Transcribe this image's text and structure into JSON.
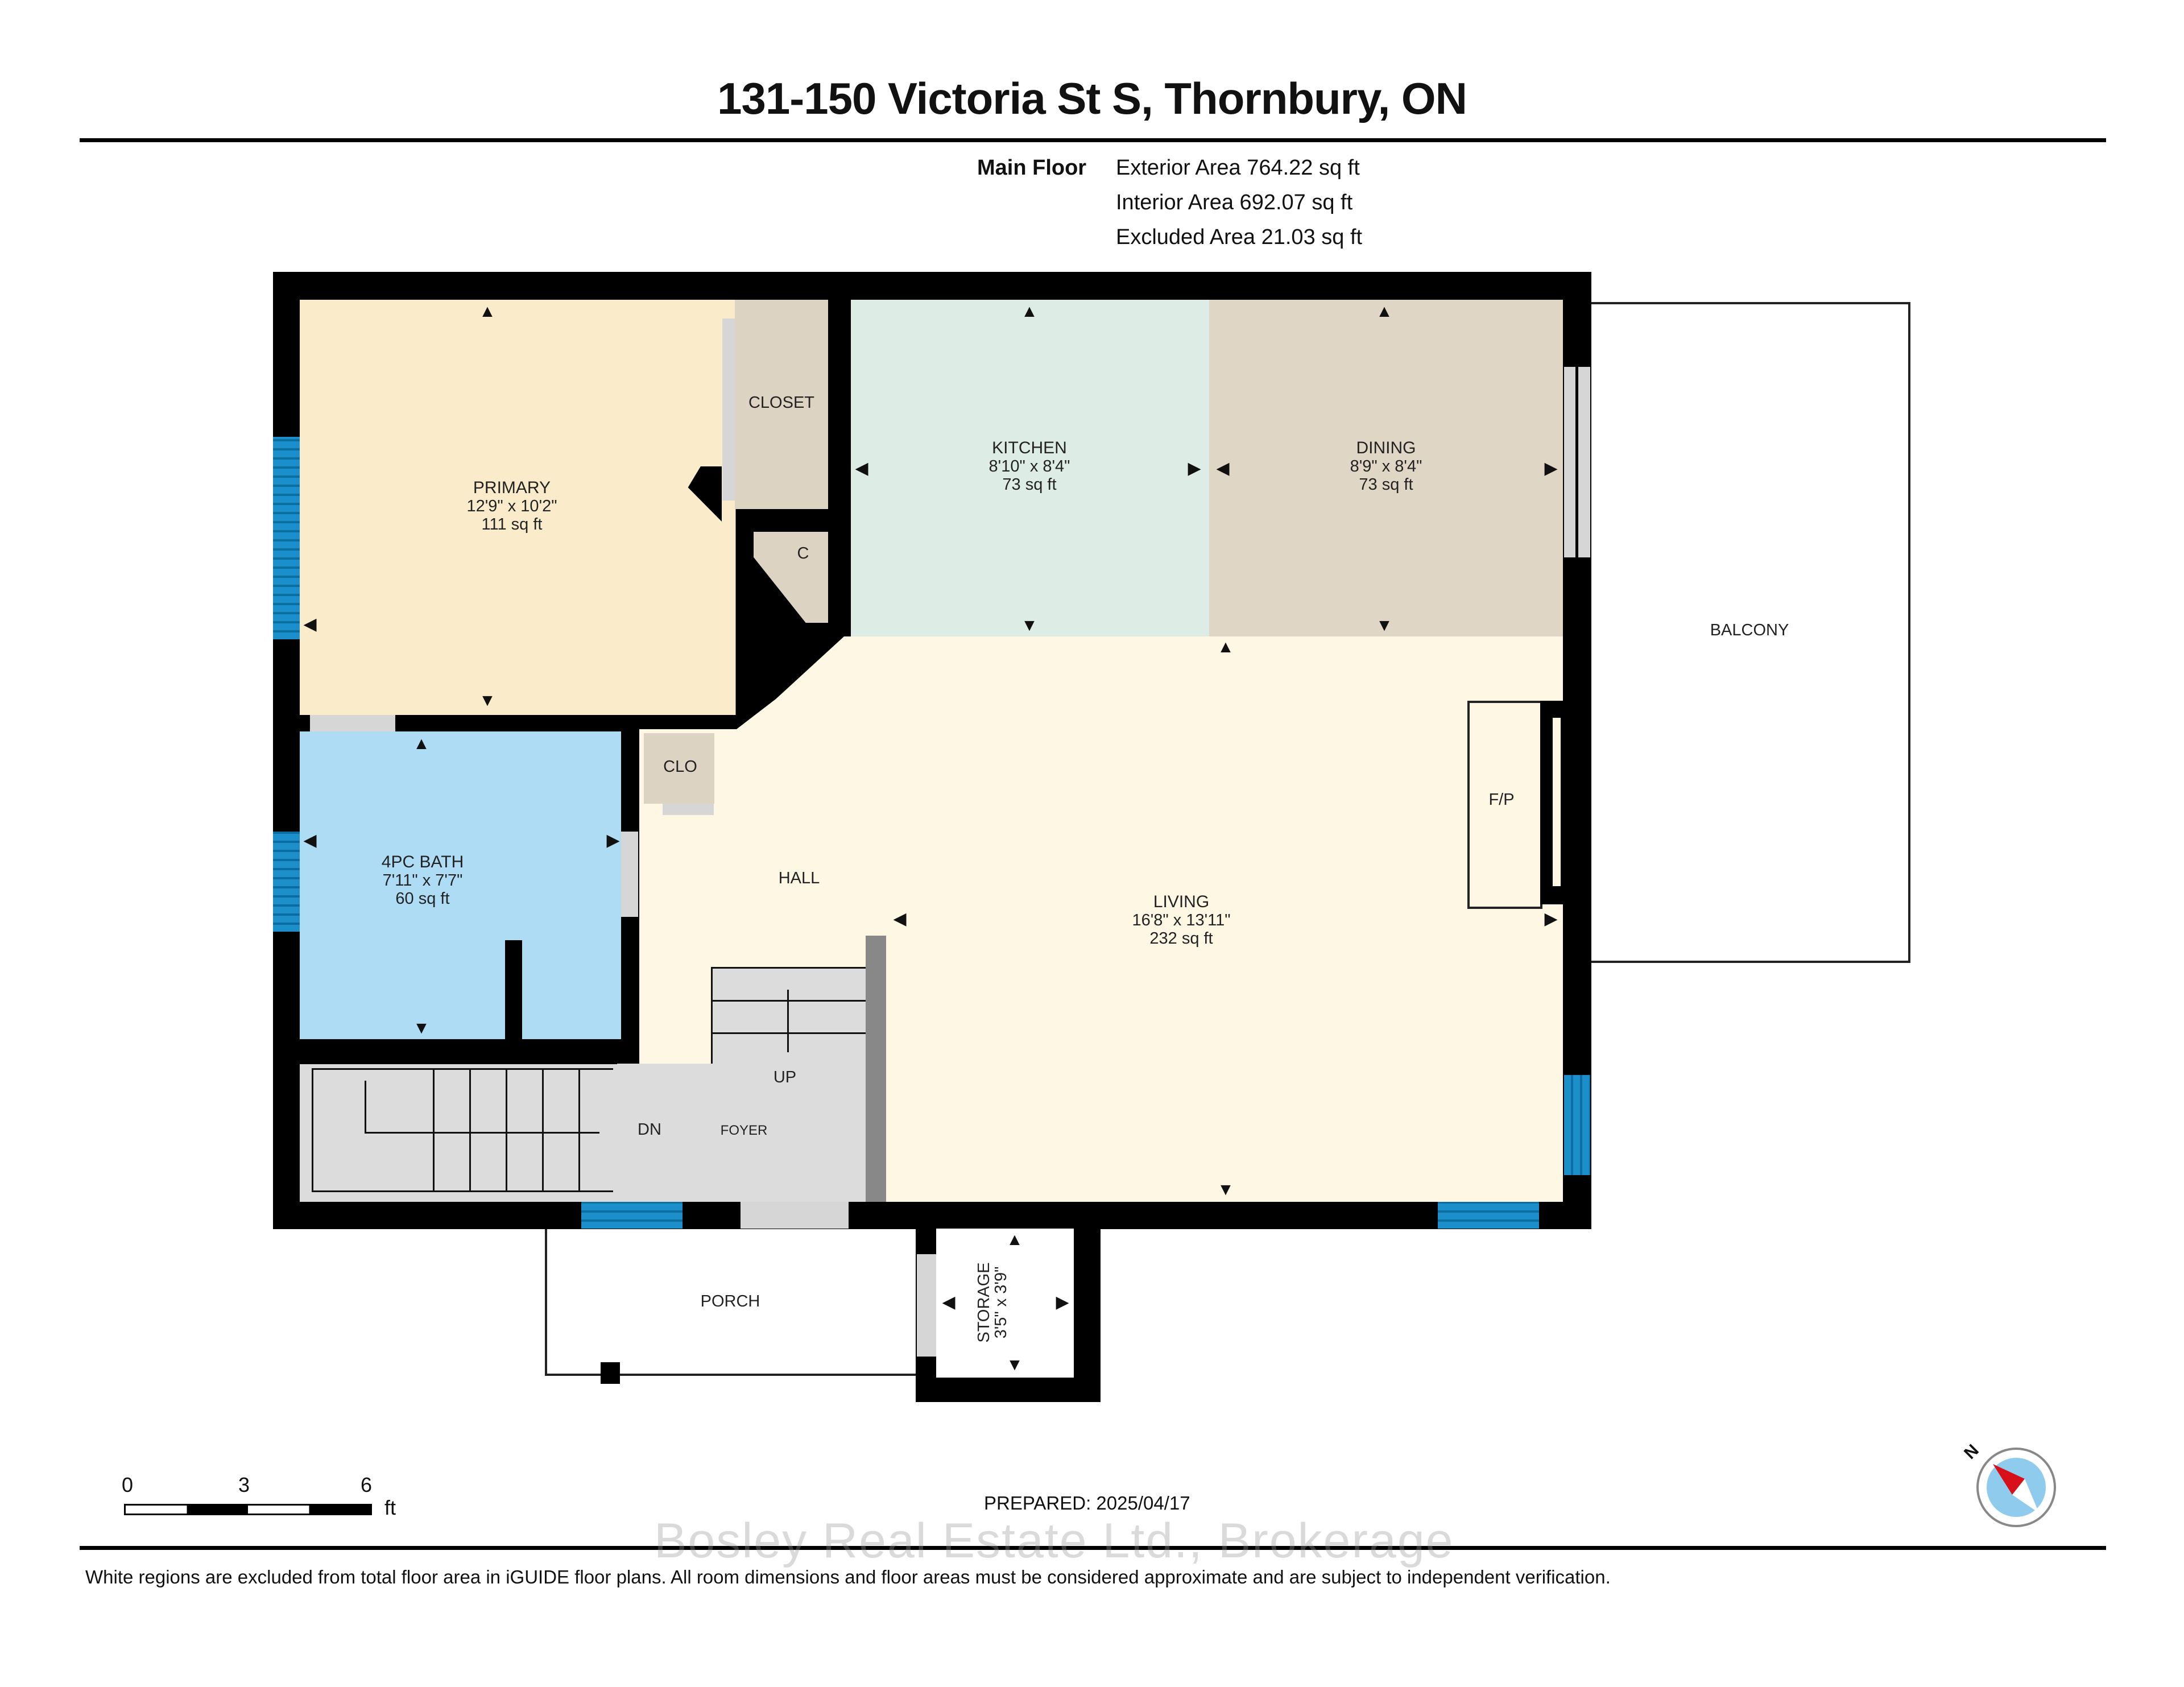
{
  "header": {
    "title": "131-150 Victoria St S, Thornbury, ON"
  },
  "floor_summary": {
    "floor_name": "Main Floor",
    "exterior_area": "Exterior Area 764.22 sq ft",
    "interior_area": "Interior Area 692.07 sq ft",
    "excluded_area": "Excluded Area 21.03 sq ft"
  },
  "rooms": {
    "primary": {
      "name": "PRIMARY",
      "dims": "12'9\" x 10'2\"",
      "area": "111 sq ft",
      "color": "#faeccb"
    },
    "closet": {
      "name": "CLOSET",
      "color": "#ddd3c3"
    },
    "c": {
      "name": "C",
      "color": "#ddd3c3"
    },
    "kitchen": {
      "name": "KITCHEN",
      "dims": "8'10\" x 8'4\"",
      "area": "73 sq ft",
      "color": "#deece6"
    },
    "dining": {
      "name": "DINING",
      "dims": "8'9\" x 8'4\"",
      "area": "73 sq ft",
      "color": "#e0d6c5"
    },
    "bath": {
      "name": "4PC BATH",
      "dims": "7'11\" x 7'7\"",
      "area": "60 sq ft",
      "color": "#aedcf5"
    },
    "clo": {
      "name": "CLO",
      "color": "#ddd3c3"
    },
    "hall": {
      "name": "HALL",
      "color": "#fdf7e3"
    },
    "living": {
      "name": "LIVING",
      "dims": "16'8\" x 13'11\"",
      "area": "232 sq ft",
      "color": "#fdf7e3"
    },
    "fireplace": {
      "name": "F/P"
    },
    "foyer": {
      "name": "FOYER",
      "color": "#dcdcdc"
    },
    "stairs_up": {
      "name": "UP"
    },
    "stairs_down": {
      "name": "DN"
    },
    "balcony": {
      "name": "BALCONY"
    },
    "porch": {
      "name": "PORCH"
    },
    "storage": {
      "name": "STORAGE",
      "dims": "3'5\" x 3'9\""
    }
  },
  "scale_bar": {
    "ticks": [
      "0",
      "3",
      "6"
    ],
    "unit": "ft"
  },
  "prepared": "PREPARED: 2025/04/17",
  "compass": {
    "label": "N",
    "needle_color": "#d8101a",
    "dial_color": "#8fcbec"
  },
  "watermark": "Bosley Real Estate Ltd., Brokerage",
  "footer": {
    "disclaimer": "White regions are excluded from total floor area in iGUIDE floor plans. All room dimensions and floor areas must be considered approximate and are subject to independent verification."
  },
  "colors": {
    "wall": "#000000",
    "window": "#1c8ec9"
  }
}
